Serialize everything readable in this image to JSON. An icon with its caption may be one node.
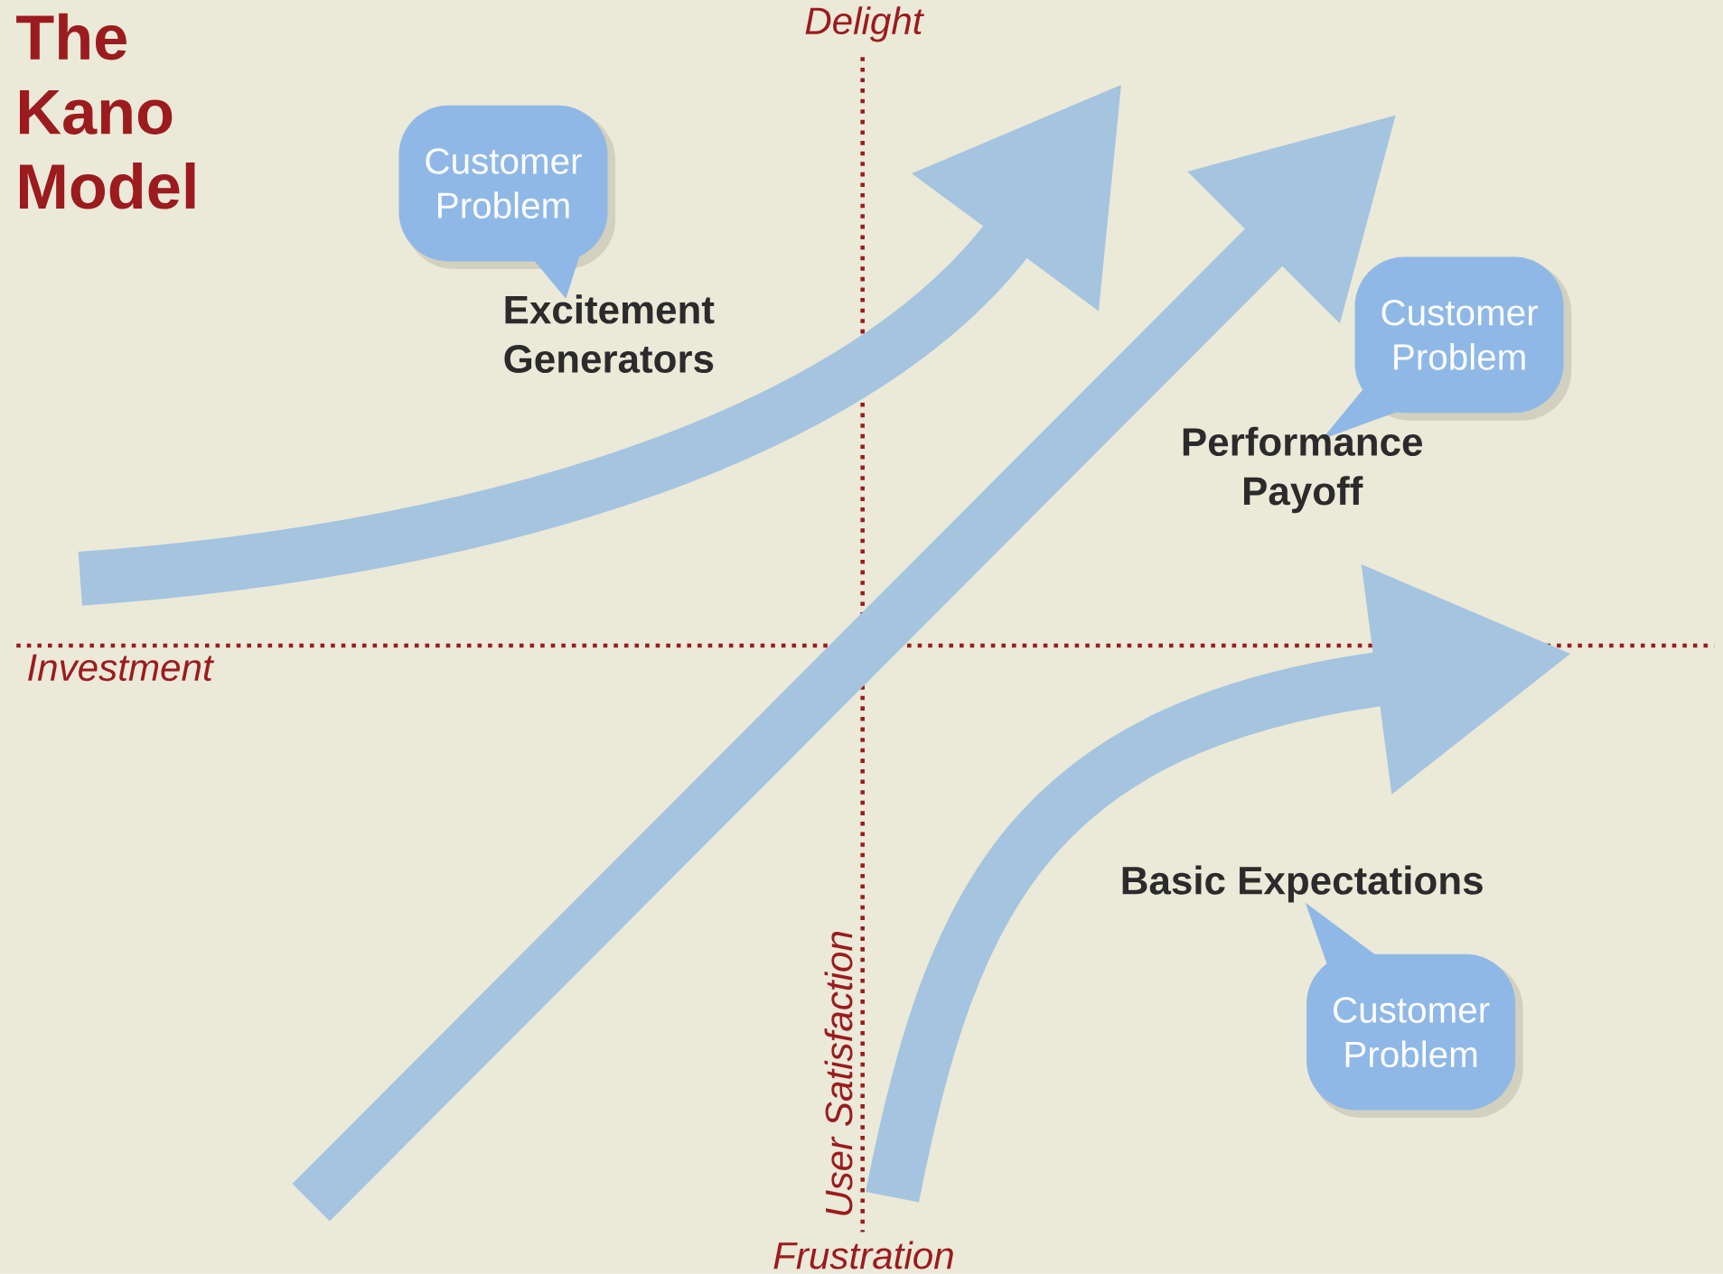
{
  "diagram": {
    "title": "The Kano Model",
    "nodes": [
      {
        "text": [
          "Customer Problem"
        ]
      },
      {
        "text": [
          "Customer Problem"
        ]
      },
      {
        "text": [
          "Customer Problem"
        ]
      }
    ],
    "labels": [
      "Delight",
      "Excitement Generators",
      "Performance Payoff",
      "Investment",
      "Basic Expectations",
      "User Satisfaction",
      "Frustration"
    ]
  }
}
